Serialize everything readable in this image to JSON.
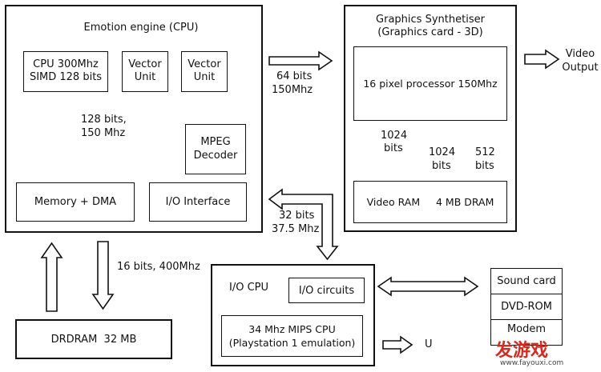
{
  "cpu": {
    "title": "Emotion engine (CPU)",
    "core": [
      "CPU 300Mhz",
      "SIMD 128 bits"
    ],
    "vu1": [
      "Vector",
      "Unit"
    ],
    "vu2": [
      "Vector",
      "Unit"
    ],
    "bus_label": [
      "128 bits,",
      "150 Mhz"
    ],
    "mpeg": [
      "MPEG",
      "Decoder"
    ],
    "memdma": "Memory + DMA",
    "io_interface": "I/O Interface"
  },
  "gs": {
    "title": [
      "Graphics Synthetiser",
      "(Graphics card - 3D)"
    ],
    "pixel": "16 pixel processor 150Mhz",
    "vram": "Video RAM     4 MB DRAM",
    "link_down": [
      "1024",
      "bits"
    ],
    "link_up1": [
      "1024",
      "bits"
    ],
    "link_up2": [
      "512",
      "bits"
    ]
  },
  "links": {
    "cpu_gs": [
      "64 bits",
      "150Mhz"
    ],
    "video_out": [
      "Video",
      "Output"
    ],
    "io_link": [
      "32 bits",
      "37.5 Mhz"
    ],
    "ram_link": "16 bits, 400Mhz"
  },
  "drdram": "DRDRAM  32 MB",
  "iop": {
    "title": "I/O CPU",
    "circuits": "I/O circuits",
    "mips": [
      "34 Mhz MIPS CPU",
      "(Playstation 1 emulation)"
    ],
    "usb_partial": "U"
  },
  "devices": [
    "Sound card",
    "DVD-ROM",
    "Modem"
  ],
  "watermark": {
    "brand": "发游戏",
    "url": "www.fayouxi.com"
  }
}
